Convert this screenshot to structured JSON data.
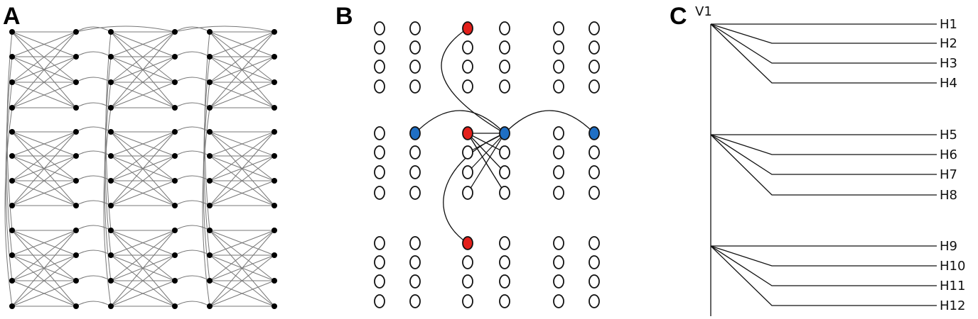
{
  "panels": {
    "a": {
      "letter": "A"
    },
    "b": {
      "letter": "B"
    },
    "c": {
      "letter": "C"
    }
  },
  "colors": {
    "ink": "#111111",
    "edge_gray": "#777777",
    "node_black": "#000000",
    "node_red": "#e3201b",
    "node_blue": "#1f6fc4",
    "node_white": "#ffffff"
  },
  "tree": {
    "root_label": "V1",
    "leaf_labels": [
      "H1",
      "H2",
      "H3",
      "H4",
      "H5",
      "H6",
      "H7",
      "H8",
      "H9",
      "H10",
      "H11",
      "H12"
    ]
  }
}
